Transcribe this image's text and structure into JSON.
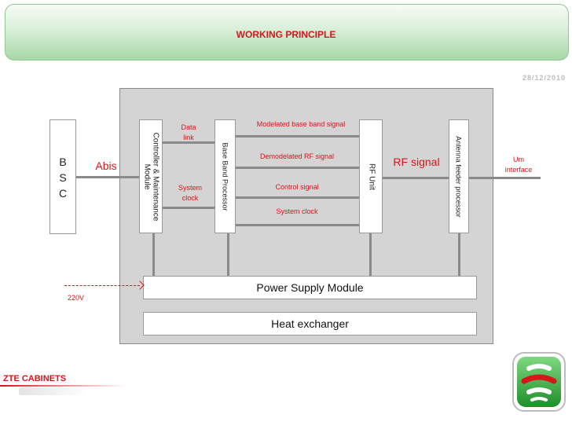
{
  "slide": {
    "title": "WORKING PRINCIPLE",
    "date": "28/12/2010",
    "footer": "ZTE CABINETS"
  },
  "blocks": {
    "bsc_letters": [
      "B",
      "S",
      "C"
    ],
    "controller": "Controller & Maintenance Module",
    "baseband": "Base Band Processor",
    "rf_unit": "RF Unit",
    "antenna": "Antenna feeder processor",
    "power_supply": "Power Supply Module",
    "heat_exchanger": "Heat exchanger"
  },
  "labels": {
    "abis": "Abis",
    "data_link_1": "Data",
    "data_link_2": "link",
    "system_clock_1": "System",
    "system_clock_2": "clock",
    "modulated": "Modelated base band signal",
    "demodulated": "Demodelated RF signal",
    "control": "Control signal",
    "system_clock_bus": "System clock",
    "rf_signal": "RF signal",
    "um_1": "Um",
    "um_2": "interface",
    "voltage": "220V"
  },
  "colors": {
    "accent_red": "#d8151a",
    "panel_gray": "#d4d4d4",
    "title_green": "#a7d7a7",
    "connector_gray": "#8a8a8a"
  },
  "icons": {
    "logo": "zte-cabinet-logo-icon"
  }
}
